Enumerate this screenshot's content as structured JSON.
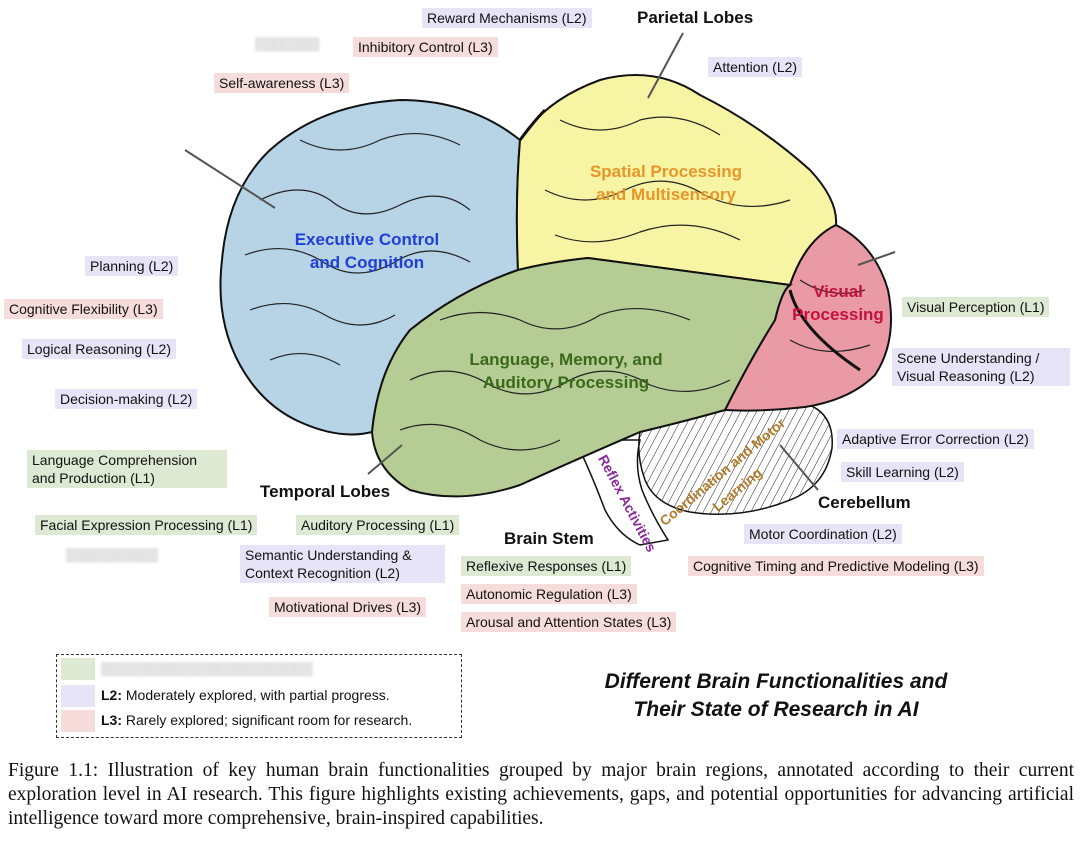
{
  "title_lines": [
    "Different Brain Functionalities and",
    "Their State of Research in AI"
  ],
  "caption": "Figure 1.1: Illustration of key human brain functionalities grouped by major brain regions, annotated according to their current exploration level in AI research. This figure highlights existing achievements, gaps, and potential opportunities for advancing artificial intelligence toward more comprehensive, brain-inspired capabilities.",
  "lobes": {
    "parietal": "Parietal Lobes",
    "temporal": "Temporal Lobes",
    "brain_stem": "Brain Stem",
    "cerebellum": "Cerebellum"
  },
  "regions": {
    "frontal": [
      "Executive Control",
      "and Cognition"
    ],
    "parietal": [
      "Spatial Processing",
      "and Multisensory"
    ],
    "temporal": [
      "Language, Memory, and",
      "Auditory Processing"
    ],
    "occipital": [
      "Visual",
      "Processing"
    ],
    "brain_stem": "Reflex Activities",
    "cerebellum": "Coordination and Motor Learning"
  },
  "tags": {
    "reward": {
      "text": "Reward Mechanisms (L2)",
      "level": "L2"
    },
    "inhibitory": {
      "text": "Inhibitory Control (L3)",
      "level": "L3"
    },
    "self_awareness": {
      "text": "Self-awareness (L3)",
      "level": "L3"
    },
    "attention": {
      "text": "Attention (L2)",
      "level": "L2"
    },
    "planning": {
      "text": "Planning (L2)",
      "level": "L2"
    },
    "cognitive_flexibility": {
      "text": "Cognitive Flexibility (L3)",
      "level": "L3"
    },
    "logical_reasoning": {
      "text": "Logical Reasoning (L2)",
      "level": "L2"
    },
    "decision_making": {
      "text": "Decision-making (L2)",
      "level": "L2"
    },
    "language_comprehension": {
      "text": "Language Comprehension and Production (L1)",
      "level": "L1"
    },
    "facial_expression": {
      "text": "Facial Expression Processing (L1)",
      "level": "L1"
    },
    "auditory_processing": {
      "text": "Auditory Processing (L1)",
      "level": "L1"
    },
    "semantic_understanding": {
      "text": "Semantic Understanding & Context Recognition (L2)",
      "level": "L2"
    },
    "motivational_drives": {
      "text": "Motivational Drives (L3)",
      "level": "L3"
    },
    "visual_perception": {
      "text": "Visual Perception (L1)",
      "level": "L1"
    },
    "scene_understanding": {
      "text": "Scene Understanding / Visual Reasoning (L2)",
      "level": "L2"
    },
    "adaptive_error": {
      "text": "Adaptive Error Correction (L2)",
      "level": "L2"
    },
    "skill_learning": {
      "text": "Skill Learning (L2)",
      "level": "L2"
    },
    "motor_coordination": {
      "text": "Motor Coordination (L2)",
      "level": "L2"
    },
    "cognitive_timing": {
      "text": "Cognitive Timing and Predictive Modeling (L3)",
      "level": "L3"
    },
    "reflexive": {
      "text": "Reflexive Responses (L1)",
      "level": "L1"
    },
    "autonomic": {
      "text": "Autonomic Regulation (L3)",
      "level": "L3"
    },
    "arousal": {
      "text": "Arousal and Attention States (L3)",
      "level": "L3"
    }
  },
  "legend": {
    "l2_key": "L2:",
    "l2_text": " Moderately explored, with partial progress.",
    "l3_key": "L3:",
    "l3_text": " Rarely explored; significant room for research."
  },
  "colors": {
    "L1": "#dde9d2",
    "L2": "#e7e4f7",
    "L3": "#f7dcdc",
    "frontal": "#b7d3e6",
    "parietal": "#f7f4a3",
    "temporal": "#b5cc95",
    "occipital": "#e99aa4",
    "frontal_text": "#1f3fd6",
    "parietal_text": "#e8962a",
    "temporal_text": "#3b6a1a",
    "occipital_text": "#c4123a",
    "stem_text": "#8a2a9c",
    "cerebellum_text": "#b07a2a"
  }
}
